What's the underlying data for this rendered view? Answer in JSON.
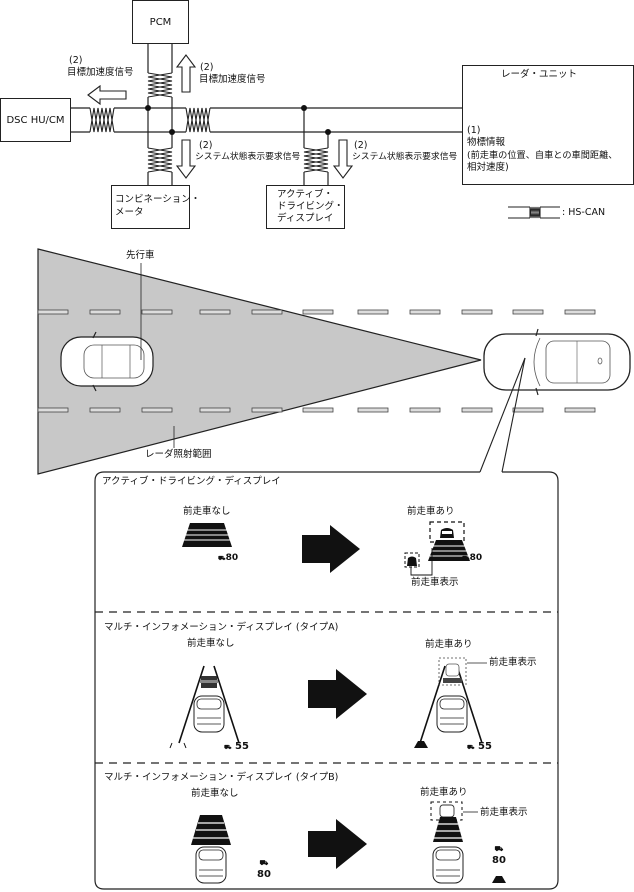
{
  "network": {
    "pcm": "PCM",
    "dsc": "DSC HU/CM",
    "radar_unit": "レーダ・ユニット",
    "combination_meter_line1": "コンビネーション・",
    "combination_meter_line2": "メータ",
    "add_line1": "アクティブ・",
    "add_line2": "ドライビング・",
    "add_line3": "ディスプレイ",
    "signal_dsc_num": "(2)",
    "signal_dsc": "目標加速度信号",
    "signal_pcm_num": "(2)",
    "signal_pcm": "目標加速度信号",
    "signal_meter_num": "(2)",
    "signal_meter": "システム状態表示要求信号",
    "signal_add_num": "(2)",
    "signal_add": "システム状態表示要求信号",
    "radar_info_num": "(1)",
    "radar_info": "物標情報",
    "radar_info_detail1": "(前走車の位置、自車との車間距離、",
    "radar_info_detail2": "相対速度)",
    "legend_label": ": HS-CAN"
  },
  "road": {
    "lead_vehicle_label": "先行車",
    "radar_range_label": "レーダ照射範囲"
  },
  "displays": {
    "sections": [
      {
        "title": "アクティブ・ドライビング・ディスプレイ",
        "before_label": "前走車なし",
        "after_label": "前走車あり",
        "indicator_label": "前走車表示",
        "speed_before": "80",
        "speed_after": "80"
      },
      {
        "title": "マルチ・インフォメーション・ディスプレイ (タイプA)",
        "before_label": "前走車なし",
        "after_label": "前走車あり",
        "indicator_label": "前走車表示",
        "speed_before": "55",
        "speed_after": "55"
      },
      {
        "title": "マルチ・インフォメーション・ディスプレイ (タイプB)",
        "before_label": "前走車なし",
        "after_label": "前走車あり",
        "indicator_label": "前走車表示",
        "speed_before": "80",
        "speed_after": "80"
      }
    ]
  },
  "colors": {
    "radar_fill": "#c8c8c8",
    "line": "#222222"
  }
}
